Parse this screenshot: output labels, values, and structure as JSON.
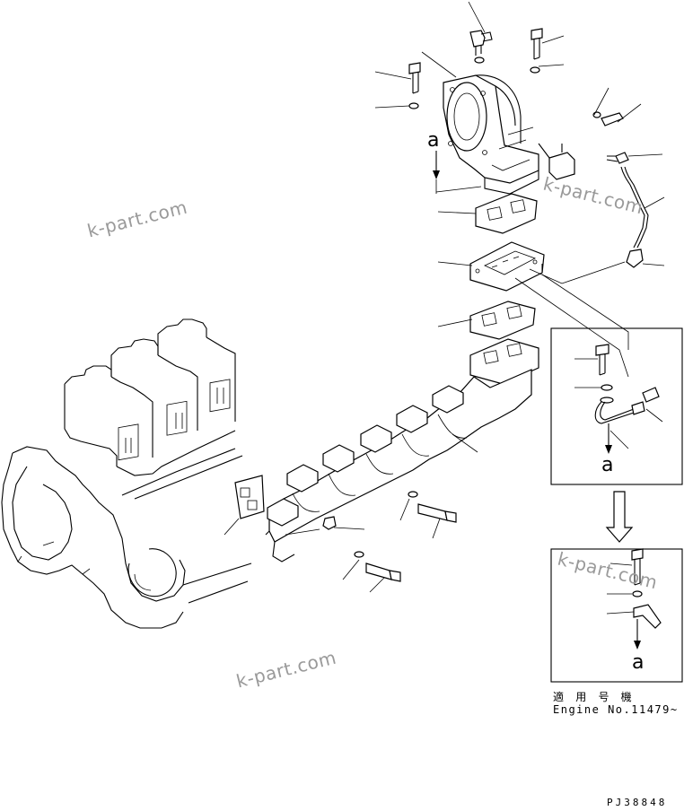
{
  "watermarks": [
    "k-part.com",
    "k-part.com",
    "k-part.com",
    "k-part.com"
  ],
  "reference_marks": [
    "a",
    "a",
    "a"
  ],
  "applicability": {
    "label": "適 用 号 機",
    "engine": "Engine No.11479~"
  },
  "drawing_code": "PJ38848"
}
